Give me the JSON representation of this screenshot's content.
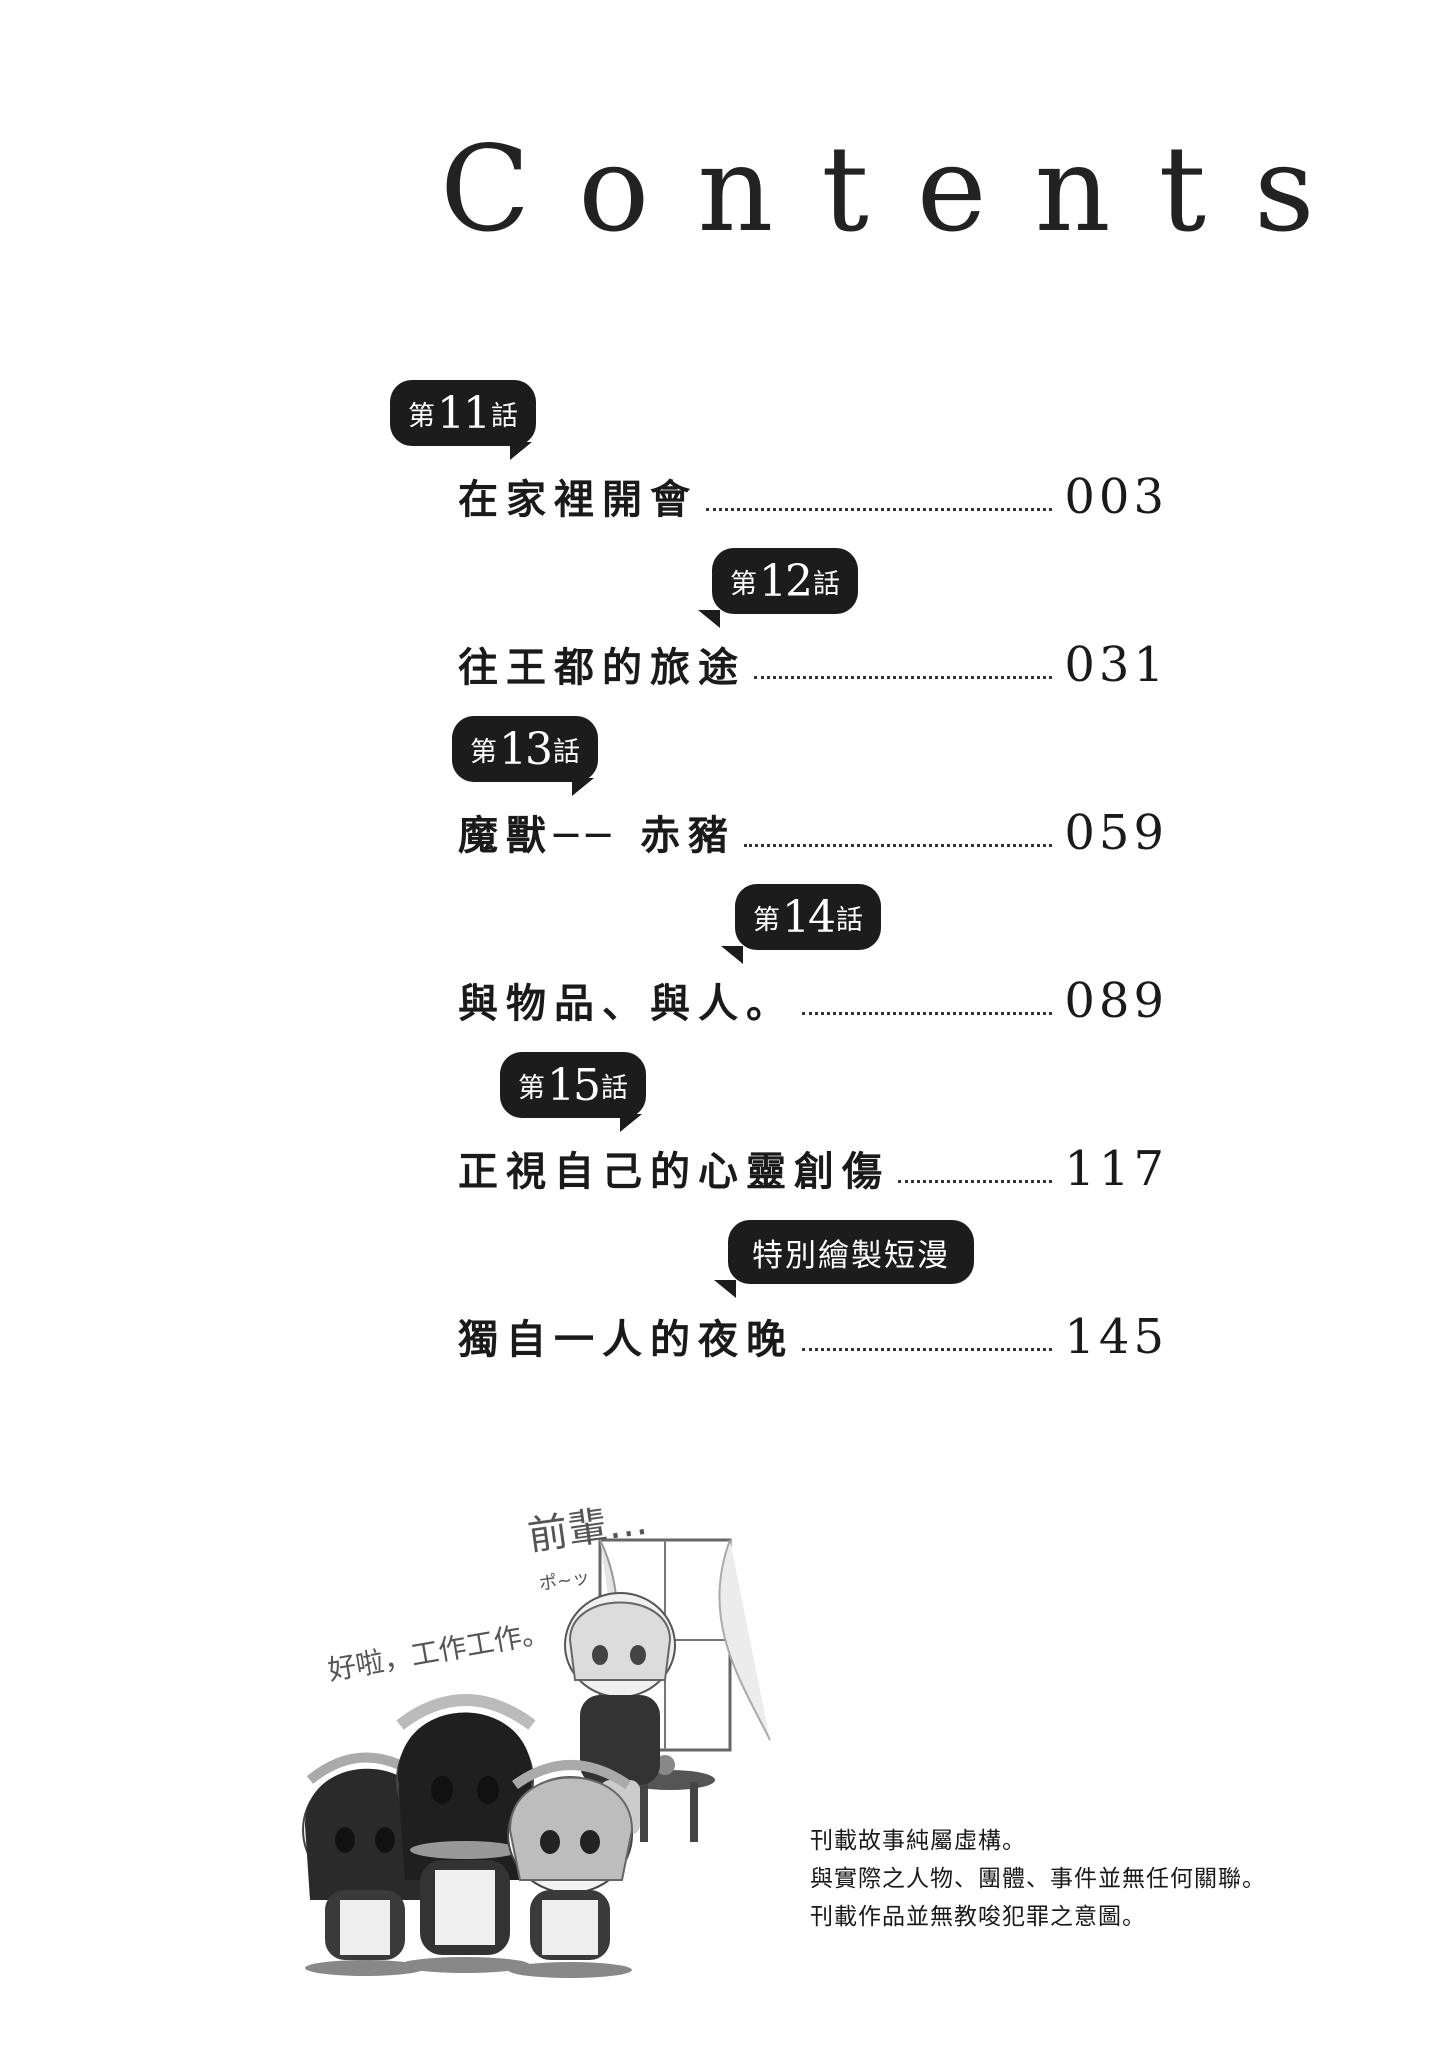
{
  "title": "Contents",
  "chapters": [
    {
      "badge_pre": "第",
      "badge_num": "11",
      "badge_post": "話",
      "name": "在家裡開會",
      "page": "003"
    },
    {
      "badge_pre": "第",
      "badge_num": "12",
      "badge_post": "話",
      "name": "往王都的旅途",
      "page": "031"
    },
    {
      "badge_pre": "第",
      "badge_num": "13",
      "badge_post": "話",
      "name": "魔獸── 赤豬",
      "page": "059"
    },
    {
      "badge_pre": "第",
      "badge_num": "14",
      "badge_post": "話",
      "name": "與物品、與人。",
      "page": "089"
    },
    {
      "badge_pre": "第",
      "badge_num": "15",
      "badge_post": "話",
      "name": "正視自己的心靈創傷",
      "page": "117"
    }
  ],
  "special": {
    "badge": "特別繪製短漫",
    "name": "獨自一人的夜晚",
    "page": "145"
  },
  "illustration": {
    "text_senpai": "前輩…",
    "text_small": "ポ~ッ",
    "text_work": "好啦，工作工作。"
  },
  "notice": [
    "刊載故事純屬虛構。",
    "與實際之人物、團體、事件並無任何關聯。",
    "刊載作品並無教唆犯罪之意圖。"
  ]
}
